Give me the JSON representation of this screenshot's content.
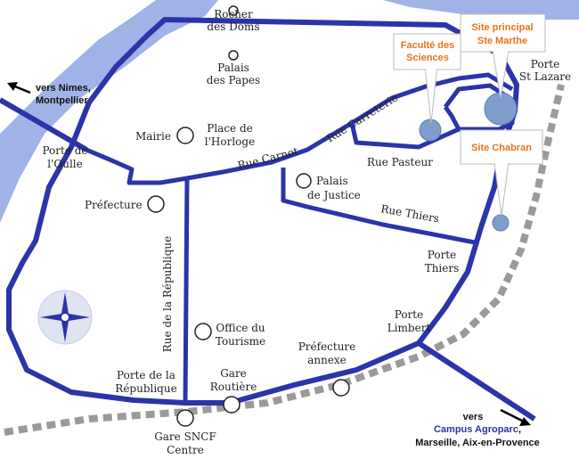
{
  "colors": {
    "road": "#2b34a8",
    "river": "#9fb3e6",
    "rail": "#9a9a9a",
    "site": "#7e9dcc",
    "callout_text": "#e8731a",
    "callout_border": "#bbbbbb",
    "label": "#222222",
    "link": "#2b34a8"
  },
  "labels": {
    "rocher": [
      "Rocher",
      "des Doms"
    ],
    "palais_papes": [
      "Palais",
      "des Papes"
    ],
    "mairie": "Mairie",
    "place_horloge": [
      "Place de",
      "l'Horloge"
    ],
    "rue_carnot": "Rue Carnot",
    "rue_carreterie": "Rue Carreterie",
    "rue_pasteur": "Rue Pasteur",
    "palais_justice": [
      "Palais",
      "de Justice"
    ],
    "rue_thiers": "Rue Thiers",
    "porte_oulle": [
      "Porte de",
      "l'Oulle"
    ],
    "prefecture": "Préfecture",
    "rue_republique": "Rue de la République",
    "porte_thiers": [
      "Porte",
      "Thiers"
    ],
    "porte_limbert": [
      "Porte",
      "Limbert"
    ],
    "office_tourisme": [
      "Office du",
      "Tourisme"
    ],
    "prefecture_annexe": [
      "Préfecture",
      "annexe"
    ],
    "porte_republique": [
      "Porte de la",
      "République"
    ],
    "gare_routiere": [
      "Gare",
      "Routière"
    ],
    "gare_sncf": [
      "Gare SNCF",
      "Centre"
    ],
    "porte_st_lazare": [
      "Porte",
      "St Lazare"
    ]
  },
  "directions": {
    "nimes": [
      "vers Nimes,",
      "Montpellier"
    ],
    "agroparc_prefix": "vers",
    "agroparc_link": "Campus Agroparc",
    "agroparc_comma": ",",
    "agroparc_cities": "Marseille, Aix-en-Provence"
  },
  "callouts": {
    "faculte": [
      "Faculté des",
      "Sciences"
    ],
    "ste_marthe": [
      "Site principal",
      "Ste Marthe"
    ],
    "chabran": "Site Chabran"
  }
}
